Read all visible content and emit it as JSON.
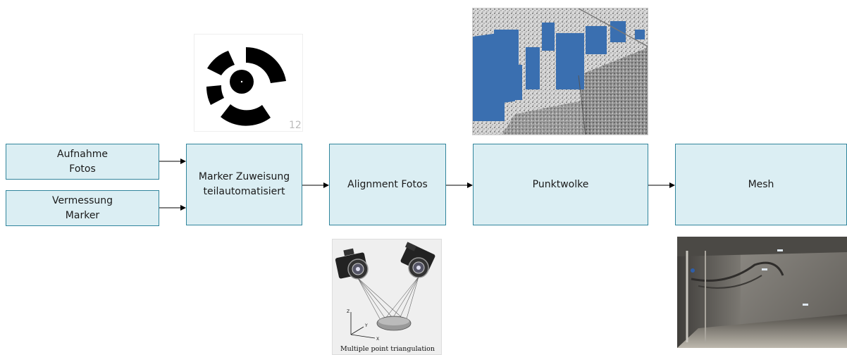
{
  "boxes": {
    "aufnahme": "Aufnahme\nFotos",
    "vermessung": "Vermessung\nMarker",
    "marker": "Marker Zuweisung\nteilautomatisiert",
    "alignment": "Alignment Fotos",
    "punktwolke": "Punktwolke",
    "mesh": "Mesh"
  },
  "marker_image": {
    "number": "12"
  },
  "triangulation_image": {
    "caption": "Multiple point triangulation",
    "axes": [
      "Z",
      "Y",
      "X"
    ]
  },
  "colors": {
    "box_fill": "#dbeef3",
    "box_border": "#31859c",
    "arrow": "#000000",
    "pointcloud_blue": "#3a6fb0"
  }
}
